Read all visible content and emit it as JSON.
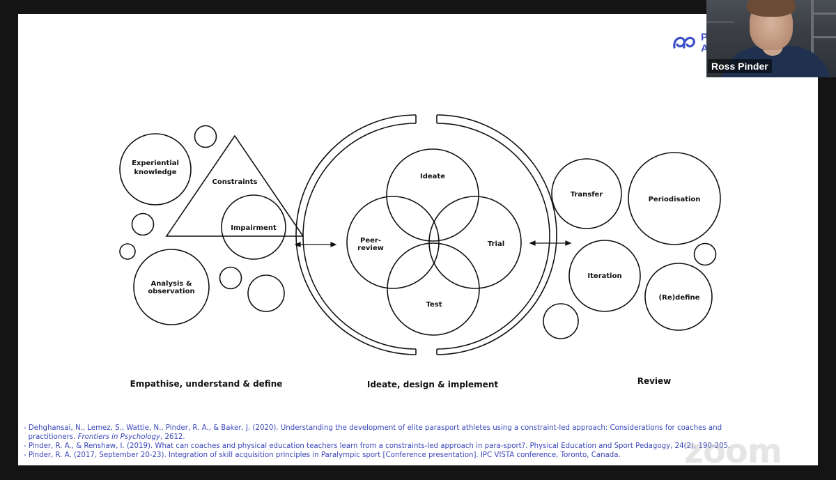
{
  "diagram": {
    "left_group": {
      "experiential": "Experiential knowledge",
      "experiential_line1": "Experiential",
      "experiential_line2": "knowledge",
      "constraints": "Constraints",
      "impairment": "Impairment",
      "analysis_line1": "Analysis &",
      "analysis_line2": "observation",
      "section_label": "Empathise, understand & define"
    },
    "center_group": {
      "ideate": "Ideate",
      "peer_line1": "Peer-",
      "peer_line2": "review",
      "trial": "Trial",
      "test": "Test",
      "section_label": "Ideate, design & implement"
    },
    "right_group": {
      "transfer": "Transfer",
      "periodisation": "Periodisation",
      "iteration": "Iteration",
      "redefine": "(Re)define",
      "section_label": "Review"
    }
  },
  "references": [
    "- Dehghansai, N., Lemez, S., Wattie, N., Pinder, R. A., & Baker, J. (2020). Understanding the development of elite parasport athletes using a constraint-led approach: Considerations for coaches and practitioners. Frontiers in Psychology, 2612.",
    "- Pinder, R. A., & Renshaw, I. (2019). What can coaches and physical education teachers learn from a constraints-led approach in para-sport?. Physical Education and Sport Pedagogy, 24(2), 190-205.",
    "- Pinder, R. A. (2017, September 20-23). Integration of skill acquisition principles in Paralympic sport [Conference presentation]. IPC VISTA conference, Toronto, Canada."
  ],
  "reference_lines": {
    "ref1_a": "- Dehghansai, N., Lemez, S., Wattie, N., Pinder, R. A., & Baker, J. (2020). Understanding the development of elite parasport athletes using a constraint-led approach: Considerations for coaches and",
    "ref1_b_prefix": "practitioners. ",
    "ref1_b_journal": "Frontiers in Psychology",
    "ref1_b_suffix": ", 2612.",
    "ref2": "- Pinder, R. A., & Renshaw, I. (2019). What can coaches and physical education teachers learn from a constraints-led approach in para-sport?. Physical Education and Sport Pedagogy, 24(2), 190-205.",
    "ref3": "- Pinder, R. A. (2017, September 20-23). Integration of skill acquisition principles in Paralympic sport [Conference presentation]. IPC VISTA conference, Toronto, Canada."
  },
  "logo": {
    "line1": "P",
    "line2": "A",
    "color": "#3d4ec9"
  },
  "video": {
    "participant_name": "Ross Pinder"
  },
  "watermark": "zoom",
  "colors": {
    "reference_text": "#3a46b8",
    "slide_bg": "#ffffff",
    "app_bg": "#141414"
  }
}
